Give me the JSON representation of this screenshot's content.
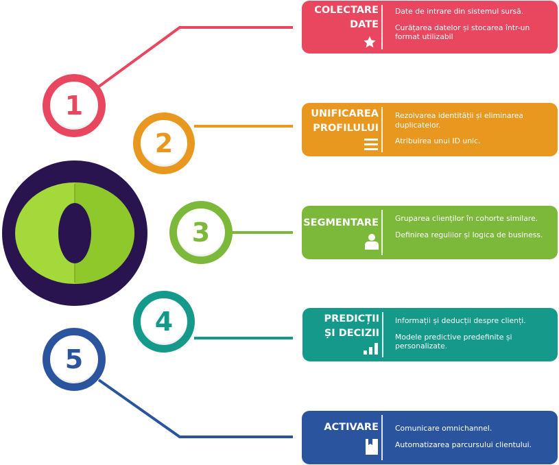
{
  "steps": [
    {
      "number": "1",
      "title_line1": "COLECTARE",
      "title_line2": "DATE",
      "icon": "star-icon",
      "desc1": "Date de intrare din sistemul sursă.",
      "desc2": "Curățarea datelor și stocarea într-un format utilizabil",
      "color": "#e8475f"
    },
    {
      "number": "2",
      "title_line1": "UNIFICAREA",
      "title_line2": "PROFILULUI",
      "icon": "list-icon",
      "desc1": "Rezolvarea identității și eliminarea duplicatelor.",
      "desc2": "Atribuirea unui ID unic.",
      "color": "#e8981f"
    },
    {
      "number": "3",
      "title_line1": "SEGMENTARE",
      "title_line2": "",
      "icon": "user-icon",
      "desc1": "Gruparea clienților în cohorte similare.",
      "desc2": "Definirea regulilor și logica de business.",
      "color": "#7cb83a"
    },
    {
      "number": "4",
      "title_line1": "PREDICȚII",
      "title_line2": "ȘI DECIZII",
      "icon": "bar-chart-icon",
      "desc1": "Informații și deducții despre clienți.",
      "desc2": "Modele predictive predefinite și personalizate.",
      "color": "#14998a"
    },
    {
      "number": "5",
      "title_line1": "ACTIVARE",
      "title_line2": "",
      "icon": "bookmark-icon",
      "desc1": "Comunicare omnichannel.",
      "desc2": "Automatizarea parcursului clientului.",
      "color": "#2a549e"
    }
  ],
  "logo": {
    "icon": "logo-icon",
    "ring_color": "#2a1450",
    "fill_color": "#a3d93a"
  }
}
